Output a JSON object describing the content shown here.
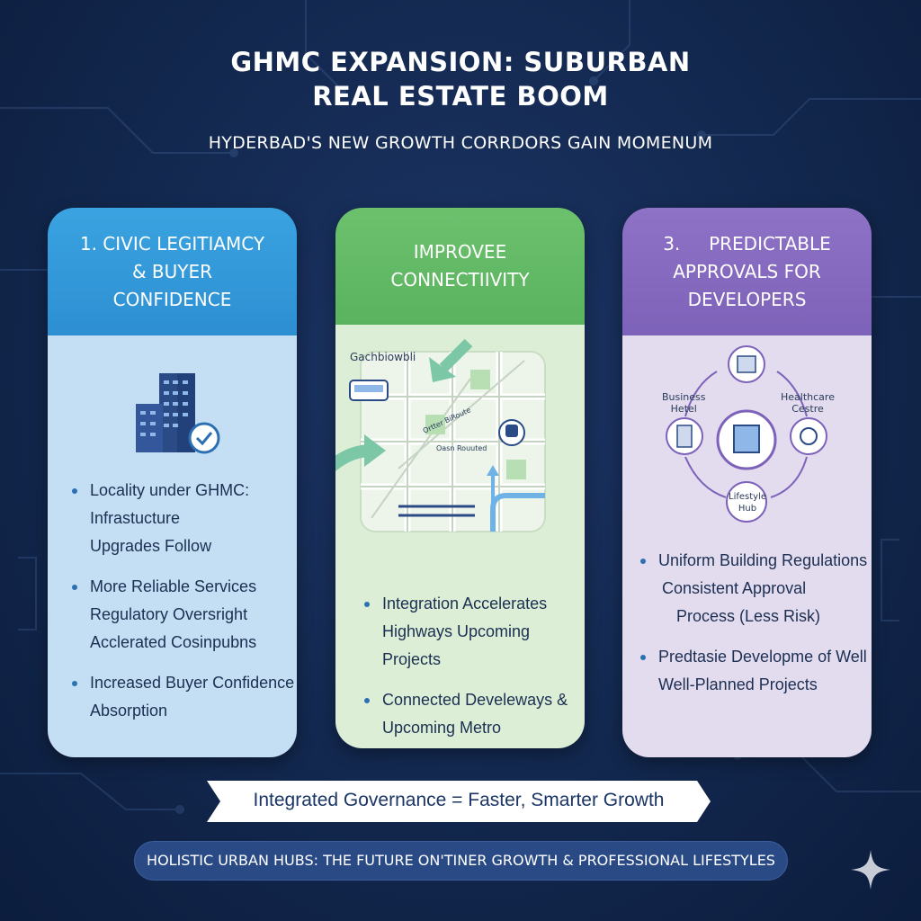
{
  "header": {
    "title_line1": "GHMC EXPANSION: SUBURBAN",
    "title_line2": "REAL ESTATE BOOM",
    "subtitle": "HYDERBAD'S NEW GROWTH CORRDORS GAIN MOMENUM"
  },
  "cards": [
    {
      "heading_lines": [
        "1. CIVIC LEGITIAMCY",
        "& BUYER",
        "CONFIDENCE"
      ],
      "icon": "building-check-icon",
      "bullets": [
        [
          "Locality under GHMC:",
          "Infrastucture",
          "Upgrades Follow"
        ],
        [
          "More Reliable Services",
          "Regulatory Oversright",
          "Acclerated Cosinpubns"
        ],
        [
          "Increased Buyer Confidence",
          "Absorption"
        ]
      ]
    },
    {
      "heading_lines": [
        "IMPROVEE",
        "CONNECTIIVITY"
      ],
      "map": {
        "place_label": "Gachbiowbli",
        "road_label_1": "Ortter BiRoute",
        "road_label_2": "Oasn Rouuted"
      },
      "bullets": [
        [
          "Integration Accelerates",
          "Highways Upcoming Projects"
        ],
        [
          "Connected Develeways &",
          "Upcoming Metro"
        ]
      ]
    },
    {
      "heading_lines": [
        "3.     PREDICTABLE",
        "APPROVALS FOR",
        "DEVELOPERS"
      ],
      "diagram": {
        "label_left": [
          "Business",
          "Hetel"
        ],
        "label_right": [
          "Healthcare",
          "Cestre"
        ],
        "label_bottom": [
          "Lifestyle",
          "Hub"
        ]
      },
      "bullets": [
        [
          "Uniform Building Regulations",
          "Consistent Approval",
          "Process (Less Risk)"
        ],
        [
          "Predtasie Developme of Well",
          "Well-Planned Projects"
        ]
      ]
    }
  ],
  "ribbon": {
    "text": "Integrated Governance = Faster, Smarter Growth"
  },
  "footer": {
    "text": "HOLISTIC URBAN HUBS: THE FUTURE ON'TINER GROWTH & PROFESSIONAL LIFESTYLES"
  },
  "colors": {
    "background": "#142a52",
    "card1_accent": "#3aa3e0",
    "card2_accent": "#6cc16d",
    "card3_accent": "#8e72c6"
  }
}
